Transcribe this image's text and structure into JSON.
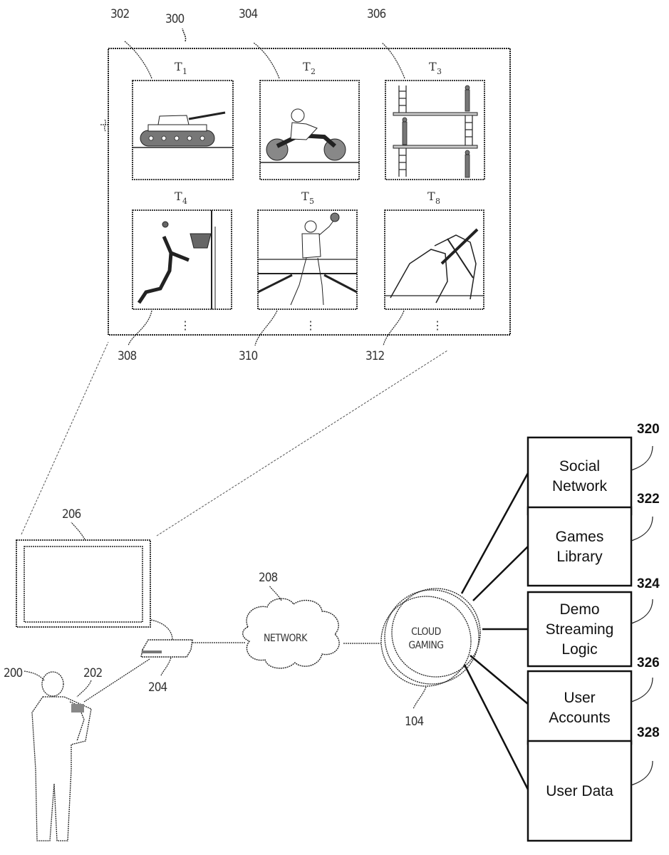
{
  "figure": {
    "frame_ref": "300",
    "tiles": [
      {
        "ref": "302",
        "title": "T",
        "sub": "1",
        "content": "tank"
      },
      {
        "ref": "304",
        "title": "T",
        "sub": "2",
        "content": "motorcycle-rider"
      },
      {
        "ref": "306",
        "title": "T",
        "sub": "3",
        "content": "platform-ladders"
      },
      {
        "ref": "308",
        "title": "T",
        "sub": "4",
        "content": "basketball-player"
      },
      {
        "ref": "310",
        "title": "T",
        "sub": "5",
        "content": "football-quarterback"
      },
      {
        "ref": "312",
        "title": "T",
        "sub": "8",
        "content": "fighting-players"
      }
    ],
    "ellipsis": "⋮"
  },
  "system": {
    "user_ref": "200",
    "controller_ref": "202",
    "console_ref": "204",
    "display_ref": "206",
    "network": {
      "ref": "208",
      "label": "NETWORK"
    },
    "cloud": {
      "ref": "104",
      "line1": "CLOUD",
      "line2": "GAMING"
    }
  },
  "services": [
    {
      "ref": "320",
      "lines": [
        "Social",
        "Network"
      ]
    },
    {
      "ref": "322",
      "lines": [
        "Games",
        "Library"
      ]
    },
    {
      "ref": "324",
      "lines": [
        "Demo",
        "Streaming",
        "Logic"
      ]
    },
    {
      "ref": "326",
      "lines": [
        "User",
        "Accounts"
      ]
    },
    {
      "ref": "328",
      "lines": [
        "User Data"
      ]
    }
  ]
}
